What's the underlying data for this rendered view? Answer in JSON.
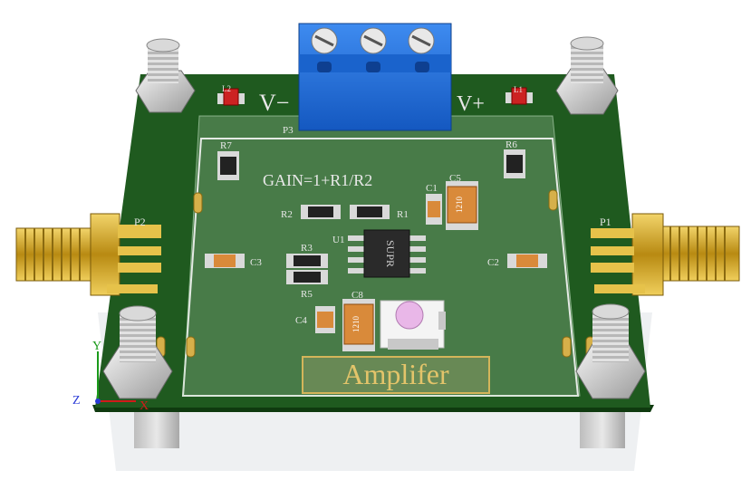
{
  "board": {
    "gain_formula": "GAIN=1+R1/R2",
    "title": "Amplifer",
    "supply_neg": "V−",
    "supply_pos": "V+"
  },
  "designators": {
    "p1": "P1",
    "p2": "P2",
    "p3": "P3",
    "l1": "L1",
    "l2": "L2",
    "r1": "R1",
    "r2": "R2",
    "r3": "R3",
    "r5": "R5",
    "r6": "R6",
    "r7": "R7",
    "c1": "C1",
    "c2": "C2",
    "c3": "C3",
    "c4": "C4",
    "c5": "C5",
    "c8": "C8",
    "u1": "U1"
  },
  "component_marks": {
    "c5_code": "1210",
    "c8_code": "1210",
    "u1_mark": "SUPR"
  },
  "axes": {
    "x": "X",
    "y": "Y",
    "z": "Z"
  },
  "colors": {
    "pcb": "#1f5a1f",
    "pcb_edge": "#0f3a0f",
    "silk": "#e8e8e8",
    "terminal_block": "#1e6fd9",
    "gold": "#c9a227",
    "title_box_fill": "#c9b27a"
  }
}
